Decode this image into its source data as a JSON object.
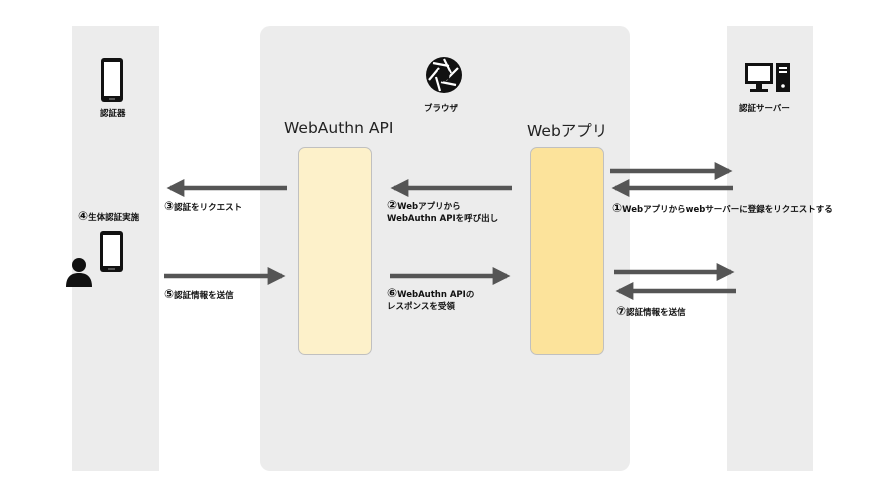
{
  "actors": {
    "authenticator": {
      "label": "認証器",
      "icon": "smartphone-icon"
    },
    "browser": {
      "label": "ブラウザ",
      "icon": "browser-shutter-icon"
    },
    "server": {
      "label": "認証サーバー",
      "icon": "desktop-computer-icon"
    },
    "user": {
      "icon": "user-icon"
    }
  },
  "components": {
    "webauthn_api": "WebAuthn API",
    "web_app": "Webアプリ"
  },
  "steps": {
    "s1": {
      "num": "①",
      "text": "Webアプリからwebサーバーに登録をリクエストする"
    },
    "s2": {
      "num": "②",
      "line1": "Webアプリから",
      "line2": "WebAuthn APIを呼び出し"
    },
    "s3": {
      "num": "③",
      "text": "認証をリクエスト"
    },
    "s4": {
      "num": "④",
      "text": "生体認証実施"
    },
    "s5": {
      "num": "⑤",
      "text": "認証情報を送信"
    },
    "s6": {
      "num": "⑥",
      "line1": "WebAuthn APIの",
      "line2": "レスポンスを受領"
    },
    "s7": {
      "num": "⑦",
      "text": "認証情報を送信"
    }
  },
  "colors": {
    "panel": "#ececec",
    "webauthn_box": "#fdf1ca",
    "webapp_box": "#fce39b",
    "arrow": "#555555"
  }
}
